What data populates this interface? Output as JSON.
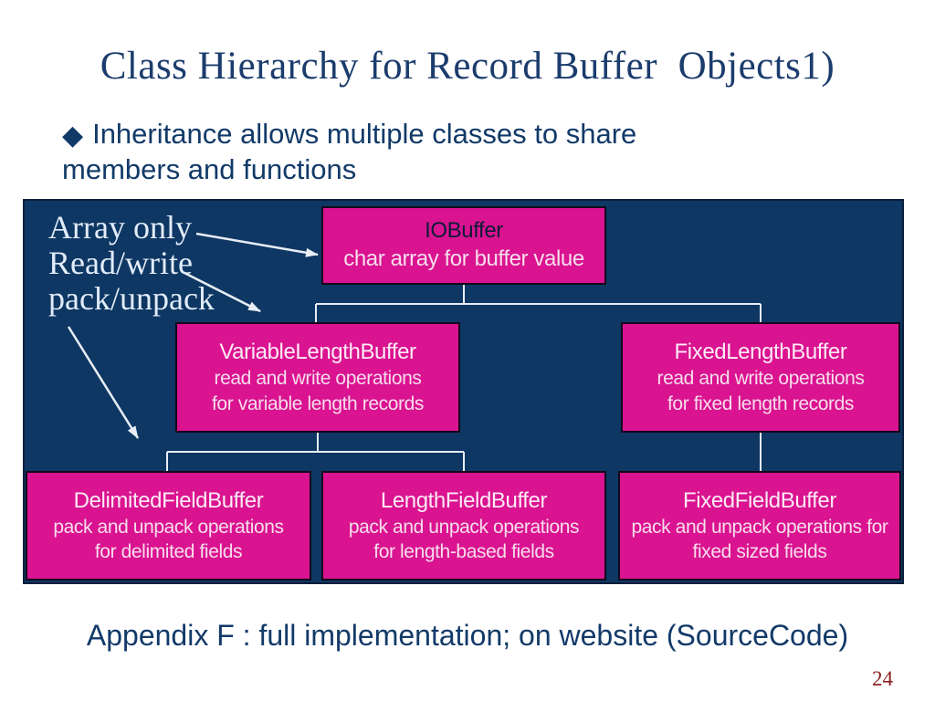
{
  "slide": {
    "title": "Class Hierarchy for Record Buffer  Objects1)",
    "bullet": {
      "icon": "◆",
      "text": "Inheritance allows multiple classes to share members and functions"
    },
    "footer": "Appendix F : full implementation; on website (SourceCode)",
    "page_number": "24"
  },
  "diagram": {
    "annotation": {
      "lines": [
        "Array only",
        "Read/write",
        "pack/unpack"
      ]
    },
    "nodes": {
      "iobuffer": {
        "title": "IOBuffer",
        "lines": [
          "char array for buffer value"
        ]
      },
      "variable": {
        "title": "VariableLengthBuffer",
        "lines": [
          "read and write operations",
          "for variable length records"
        ]
      },
      "fixed": {
        "title": "FixedLengthBuffer",
        "lines": [
          "read and write operations",
          "for fixed length records"
        ]
      },
      "delimited": {
        "title": "DelimitedFieldBuffer",
        "lines": [
          "pack and unpack operations",
          "for delimited fields"
        ]
      },
      "length": {
        "title": "LengthFieldBuffer",
        "lines": [
          "pack and unpack operations",
          "for length-based fields"
        ]
      },
      "fixedfield": {
        "title": "FixedFieldBuffer",
        "lines": [
          "pack and unpack operations for",
          "fixed sized fields"
        ]
      }
    },
    "colors": {
      "panel_navy": "#0e3763",
      "node_magenta": "#da1390",
      "node_text": "#f6ddeb",
      "root_title_dark": "#0d1b38",
      "connector_white": "#e8eef6",
      "title_navy": "#1b3c6d",
      "footer_navy": "#123a68",
      "page_number_red": "#8e1f1f"
    }
  }
}
